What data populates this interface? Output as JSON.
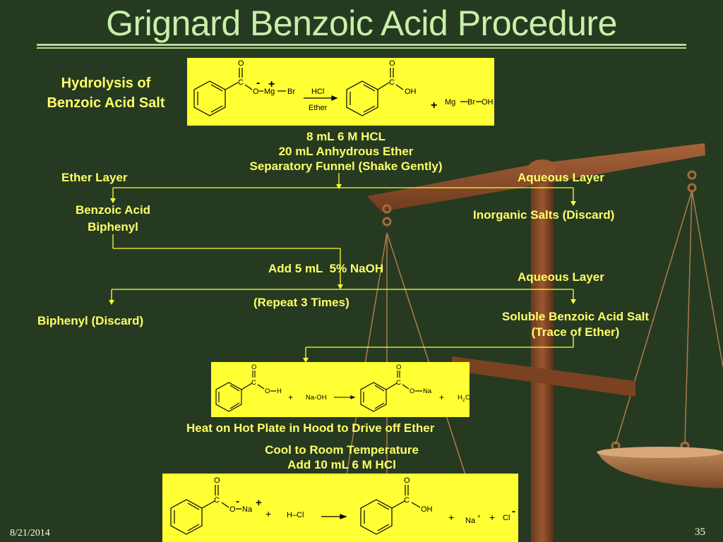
{
  "slide": {
    "title": "Grignard Benzoic Acid Procedure",
    "date": "8/21/2014",
    "page_number": "35"
  },
  "section_label": [
    "Hydrolysis of",
    "Benzoic Acid Salt"
  ],
  "steps": {
    "reagents": [
      "8 mL 6 M HCL",
      "20 mL Anhydrous Ether",
      "Separatory Funnel (Shake Gently)"
    ],
    "ether_layer_1": "Ether Layer",
    "aqueous_layer_1": "Aqueous Layer",
    "ether_contents": [
      "Benzoic Acid",
      "Biphenyl"
    ],
    "aqueous_contents_1": "Inorganic Salts (Discard)",
    "naoh_step": "Add 5 mL  5% NaOH",
    "aqueous_layer_2": "Aqueous Layer",
    "repeat": "(Repeat 3 Times)",
    "biphenyl_discard": "Biphenyl (Discard)",
    "soluble_salt": [
      "Soluble Benzoic Acid Salt",
      "(Trace of Ether)"
    ],
    "heat_step": "Heat on Hot Plate in Hood to Drive off Ether",
    "cool_step": [
      "Cool to Room Temperature",
      "Add 10 mL 6 M HCl"
    ]
  },
  "reaction1": {
    "o_top": "O",
    "c": "C",
    "o": "O",
    "mg": "Mg",
    "br": "Br",
    "minus": "-",
    "plus": "+",
    "arrow_top": "HCl",
    "arrow_bottom": "Ether",
    "p_o_top": "O",
    "p_c": "C",
    "p_oh": "OH",
    "p_plus": "+",
    "p_mg": "Mg",
    "p_br": "Br",
    "p_oh2": "OH"
  },
  "reaction2": {
    "o_top": "O",
    "c": "C",
    "o": "O",
    "h": "H",
    "plus1": "+",
    "naoh": "Na-OH",
    "p_o_top": "O",
    "p_c": "C",
    "p_o": "O",
    "p_na": "Na",
    "plus2": "+",
    "h2o": "H",
    "h2o_sub": "2",
    "h2o_o": "O"
  },
  "reaction3": {
    "o_top": "O",
    "c": "C",
    "o": "O",
    "na": "Na",
    "minus": "-",
    "plus": "+",
    "plus1": "+",
    "hcl": "H–Cl",
    "p_o_top": "O",
    "p_c": "C",
    "p_oh": "OH",
    "plus2": "+",
    "na2": "Na",
    "na_charge": "+",
    "plus3": "+",
    "cl": "Cl",
    "cl_charge": "-"
  },
  "colors": {
    "background": "#263a22",
    "title": "#c8f0a8",
    "text": "#ffff66",
    "box": "#ffff33",
    "scale_wood": "#8a4a24"
  }
}
